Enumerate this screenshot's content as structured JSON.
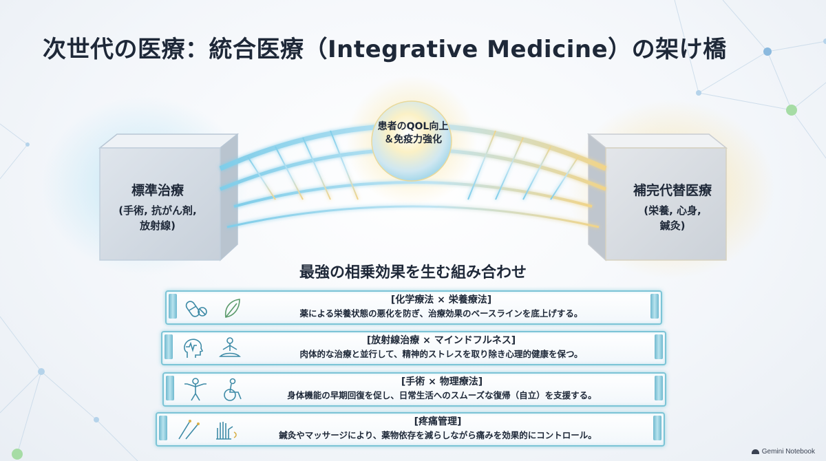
{
  "title": "次世代の医療：統合医療（Integrative Medicine）の架け橋",
  "left_pillar": {
    "title": "標準治療",
    "detail": "(手術, 抗がん剤,\n放射線)"
  },
  "right_pillar": {
    "title": "補完代替医療",
    "detail": "(栄養, 心身,\n鍼灸)"
  },
  "center_goal": {
    "line1": "患者のQOL向上",
    "line2": "＆免疫力強化"
  },
  "section_heading": "最強の相乗効果を生む組み合わせ",
  "combinations": [
    {
      "title": "[化学療法 × 栄養療法]",
      "description": "薬による栄養状態の悪化を防ぎ、治療効果のベースラインを底上げする。",
      "icons": [
        "pills-icon",
        "leaf-icon"
      ]
    },
    {
      "title": "[放射線治療 × マインドフルネス]",
      "description": "肉体的な治療と並行して、精神的ストレスを取り除き心理的健康を保つ。",
      "icons": [
        "head-pulse-icon",
        "meditation-icon"
      ]
    },
    {
      "title": "[手術 × 物理療法]",
      "description": "身体機能の早期回復を促し、日常生活へのスムーズな復帰（自立）を支援する。",
      "icons": [
        "body-stretch-icon",
        "wheelchair-icon"
      ]
    },
    {
      "title": "[疼痛管理]",
      "description": "鍼灸やマッサージにより、薬物依存を減らしながら痛みを効果的にコントロール。",
      "icons": [
        "acupuncture-needles-icon",
        "massage-hand-icon"
      ]
    }
  ],
  "brand": "Gemini Notebook",
  "colors": {
    "bridge_glow": "#8fd3ec",
    "warm_glow": "#f3d27a",
    "row_border": "#7cc4d6",
    "text": "#1e2838",
    "network_blue": "#9ec9e6",
    "network_green": "#a6dca5"
  }
}
